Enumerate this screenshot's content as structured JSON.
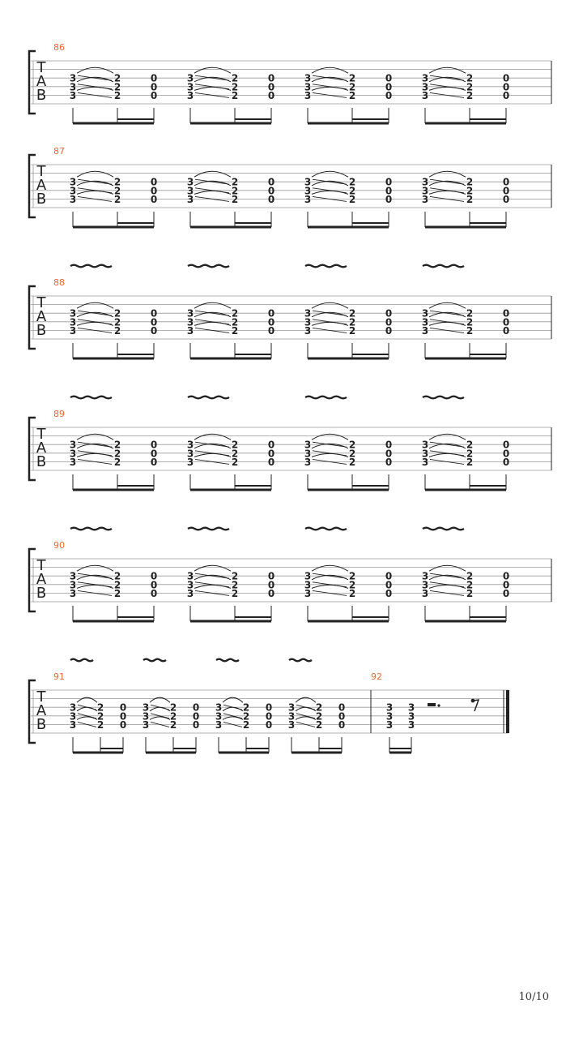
{
  "page": {
    "number": "10/10"
  },
  "tab_clef": [
    "T",
    "A",
    "B"
  ],
  "colors": {
    "measure_number": "#ee6633",
    "ink": "#222222",
    "staff_line": "#999999"
  },
  "systems": [
    {
      "measures": [
        {
          "number": "86",
          "vibrato": false,
          "groups": [
            {
              "notes": [
                [
                  "3",
                  "3",
                  "3"
                ],
                [
                  "2",
                  "2",
                  "2"
                ],
                [
                  "0",
                  "0",
                  "0"
                ]
              ]
            },
            {
              "notes": [
                [
                  "3",
                  "3",
                  "3"
                ],
                [
                  "2",
                  "2",
                  "2"
                ],
                [
                  "0",
                  "0",
                  "0"
                ]
              ]
            },
            {
              "notes": [
                [
                  "3",
                  "3",
                  "3"
                ],
                [
                  "2",
                  "2",
                  "2"
                ],
                [
                  "0",
                  "0",
                  "0"
                ]
              ]
            },
            {
              "notes": [
                [
                  "3",
                  "3",
                  "3"
                ],
                [
                  "2",
                  "2",
                  "2"
                ],
                [
                  "0",
                  "0",
                  "0"
                ]
              ]
            }
          ]
        }
      ]
    },
    {
      "measures": [
        {
          "number": "87",
          "vibrato": false,
          "groups": [
            {
              "notes": [
                [
                  "3",
                  "3",
                  "3"
                ],
                [
                  "2",
                  "2",
                  "2"
                ],
                [
                  "0",
                  "0",
                  "0"
                ]
              ]
            },
            {
              "notes": [
                [
                  "3",
                  "3",
                  "3"
                ],
                [
                  "2",
                  "2",
                  "2"
                ],
                [
                  "0",
                  "0",
                  "0"
                ]
              ]
            },
            {
              "notes": [
                [
                  "3",
                  "3",
                  "3"
                ],
                [
                  "2",
                  "2",
                  "2"
                ],
                [
                  "0",
                  "0",
                  "0"
                ]
              ]
            },
            {
              "notes": [
                [
                  "3",
                  "3",
                  "3"
                ],
                [
                  "2",
                  "2",
                  "2"
                ],
                [
                  "0",
                  "0",
                  "0"
                ]
              ]
            }
          ]
        }
      ]
    },
    {
      "measures": [
        {
          "number": "88",
          "vibrato": true,
          "groups": [
            {
              "notes": [
                [
                  "3",
                  "3",
                  "3"
                ],
                [
                  "2",
                  "2",
                  "2"
                ],
                [
                  "0",
                  "0",
                  "0"
                ]
              ]
            },
            {
              "notes": [
                [
                  "3",
                  "3",
                  "3"
                ],
                [
                  "2",
                  "2",
                  "2"
                ],
                [
                  "0",
                  "0",
                  "0"
                ]
              ]
            },
            {
              "notes": [
                [
                  "3",
                  "3",
                  "3"
                ],
                [
                  "2",
                  "2",
                  "2"
                ],
                [
                  "0",
                  "0",
                  "0"
                ]
              ]
            },
            {
              "notes": [
                [
                  "3",
                  "3",
                  "3"
                ],
                [
                  "2",
                  "2",
                  "2"
                ],
                [
                  "0",
                  "0",
                  "0"
                ]
              ]
            }
          ]
        }
      ]
    },
    {
      "measures": [
        {
          "number": "89",
          "vibrato": true,
          "groups": [
            {
              "notes": [
                [
                  "3",
                  "3",
                  "3"
                ],
                [
                  "2",
                  "2",
                  "2"
                ],
                [
                  "0",
                  "0",
                  "0"
                ]
              ]
            },
            {
              "notes": [
                [
                  "3",
                  "3",
                  "3"
                ],
                [
                  "2",
                  "2",
                  "2"
                ],
                [
                  "0",
                  "0",
                  "0"
                ]
              ]
            },
            {
              "notes": [
                [
                  "3",
                  "3",
                  "3"
                ],
                [
                  "2",
                  "2",
                  "2"
                ],
                [
                  "0",
                  "0",
                  "0"
                ]
              ]
            },
            {
              "notes": [
                [
                  "3",
                  "3",
                  "3"
                ],
                [
                  "2",
                  "2",
                  "2"
                ],
                [
                  "0",
                  "0",
                  "0"
                ]
              ]
            }
          ]
        }
      ]
    },
    {
      "measures": [
        {
          "number": "90",
          "vibrato": true,
          "groups": [
            {
              "notes": [
                [
                  "3",
                  "3",
                  "3"
                ],
                [
                  "2",
                  "2",
                  "2"
                ],
                [
                  "0",
                  "0",
                  "0"
                ]
              ]
            },
            {
              "notes": [
                [
                  "3",
                  "3",
                  "3"
                ],
                [
                  "2",
                  "2",
                  "2"
                ],
                [
                  "0",
                  "0",
                  "0"
                ]
              ]
            },
            {
              "notes": [
                [
                  "3",
                  "3",
                  "3"
                ],
                [
                  "2",
                  "2",
                  "2"
                ],
                [
                  "0",
                  "0",
                  "0"
                ]
              ]
            },
            {
              "notes": [
                [
                  "3",
                  "3",
                  "3"
                ],
                [
                  "2",
                  "2",
                  "2"
                ],
                [
                  "0",
                  "0",
                  "0"
                ]
              ]
            }
          ]
        }
      ]
    },
    {
      "measures": [
        {
          "number": "91",
          "vibrato": true,
          "groups": [
            {
              "notes": [
                [
                  "3",
                  "3",
                  "3"
                ],
                [
                  "2",
                  "2",
                  "2"
                ],
                [
                  "0",
                  "0",
                  "0"
                ]
              ]
            },
            {
              "notes": [
                [
                  "3",
                  "3",
                  "3"
                ],
                [
                  "2",
                  "2",
                  "2"
                ],
                [
                  "0",
                  "0",
                  "0"
                ]
              ]
            },
            {
              "notes": [
                [
                  "3",
                  "3",
                  "3"
                ],
                [
                  "2",
                  "2",
                  "2"
                ],
                [
                  "0",
                  "0",
                  "0"
                ]
              ]
            },
            {
              "notes": [
                [
                  "3",
                  "3",
                  "3"
                ],
                [
                  "2",
                  "2",
                  "2"
                ],
                [
                  "0",
                  "0",
                  "0"
                ]
              ]
            }
          ]
        },
        {
          "number": "92",
          "vibrato": false,
          "rest": true,
          "final_barline": true,
          "groups": [
            {
              "notes": [
                [
                  "3",
                  "3",
                  "3"
                ],
                [
                  "3",
                  "3",
                  "3"
                ]
              ]
            }
          ]
        }
      ]
    }
  ]
}
